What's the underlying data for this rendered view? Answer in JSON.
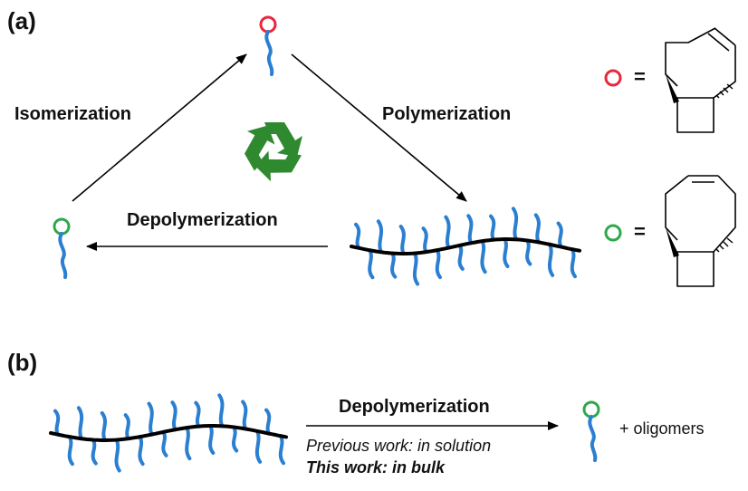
{
  "panels": {
    "a": {
      "tag": "(a)",
      "isomerization_label": "Isomerization",
      "polymerization_label": "Polymerization",
      "depolymerization_label": "Depolymerization",
      "legend": [
        {
          "marker_color": "#e8283c",
          "equals": "="
        },
        {
          "marker_color": "#2ea84a",
          "equals": "="
        }
      ]
    },
    "b": {
      "tag": "(b)",
      "depolymerization_label": "Depolymerization",
      "previous_work": "Previous work: in solution",
      "this_work": "This work: in bulk",
      "oligomers": "+ oligomers"
    }
  },
  "colors": {
    "red_monomer": "#e8283c",
    "green_monomer": "#2ea84a",
    "side_chain": "#2b7fd1",
    "backbone": "#000000",
    "recycle": "#2f8a2f"
  },
  "icons": {
    "recycle": "recycle-icon"
  }
}
